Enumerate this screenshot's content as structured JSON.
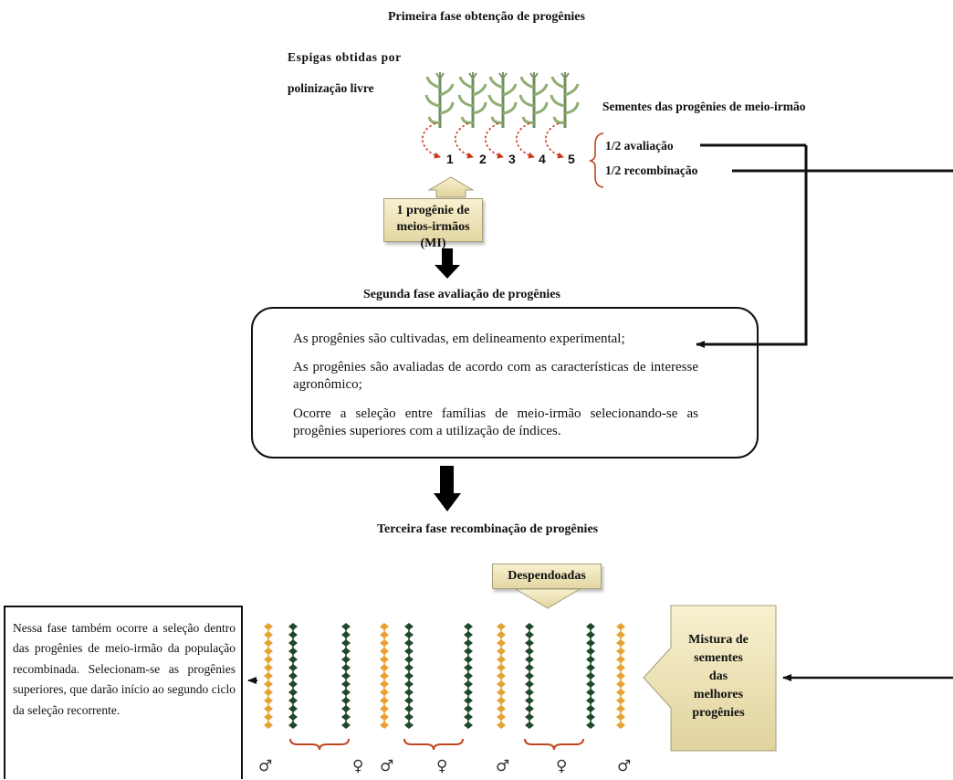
{
  "phase1": {
    "title": "Primeira fase obtenção de progênies",
    "ears_label_line1": "Espigas obtidas por",
    "ears_label_line2": "polinização livre",
    "seeds_title": "Sementes das progênies de meio-irmão",
    "numbers": [
      "1",
      "2",
      "3",
      "4",
      "5"
    ],
    "split_evaluation": "1/2 avaliação",
    "split_recombination": "1/2 recombinação",
    "callout_line1": "1 progênie de",
    "callout_line2": "meios-irmãos (MI)"
  },
  "phase2": {
    "title": "Segunda fase avaliação de progênies",
    "bullets": [
      "As progênies são cultivadas, em delineamento experimental;",
      "As progênies são avaliadas de acordo com as características de interesse agronômico;",
      "Ocorre a seleção entre famílias de meio-irmão selecionando-se as progênies superiores com a utilização de índices."
    ]
  },
  "phase3": {
    "title": "Terceira fase recombinação de progênies",
    "detasseled_label": "Despendoadas",
    "mixture_label_lines": [
      "Mistura de",
      "sementes",
      "das",
      "melhores",
      "progênies"
    ],
    "note_text": "Nessa fase também ocorre a seleção dentro das progênies de meio-irmão da população recombinada. Selecionam-se as progênies superiores, que darão início ao segundo ciclo da seleção recorrente.",
    "sex_symbols": [
      "♂",
      "♀",
      "♂",
      "♀",
      "♂",
      "♀",
      "♂"
    ]
  },
  "colors": {
    "male_plant": "#e8a032",
    "female_plant": "#1f4a2a",
    "brace": "#c0441e",
    "dashed_arrow": "#c9381a",
    "callout_fill": "#efe4b8"
  }
}
